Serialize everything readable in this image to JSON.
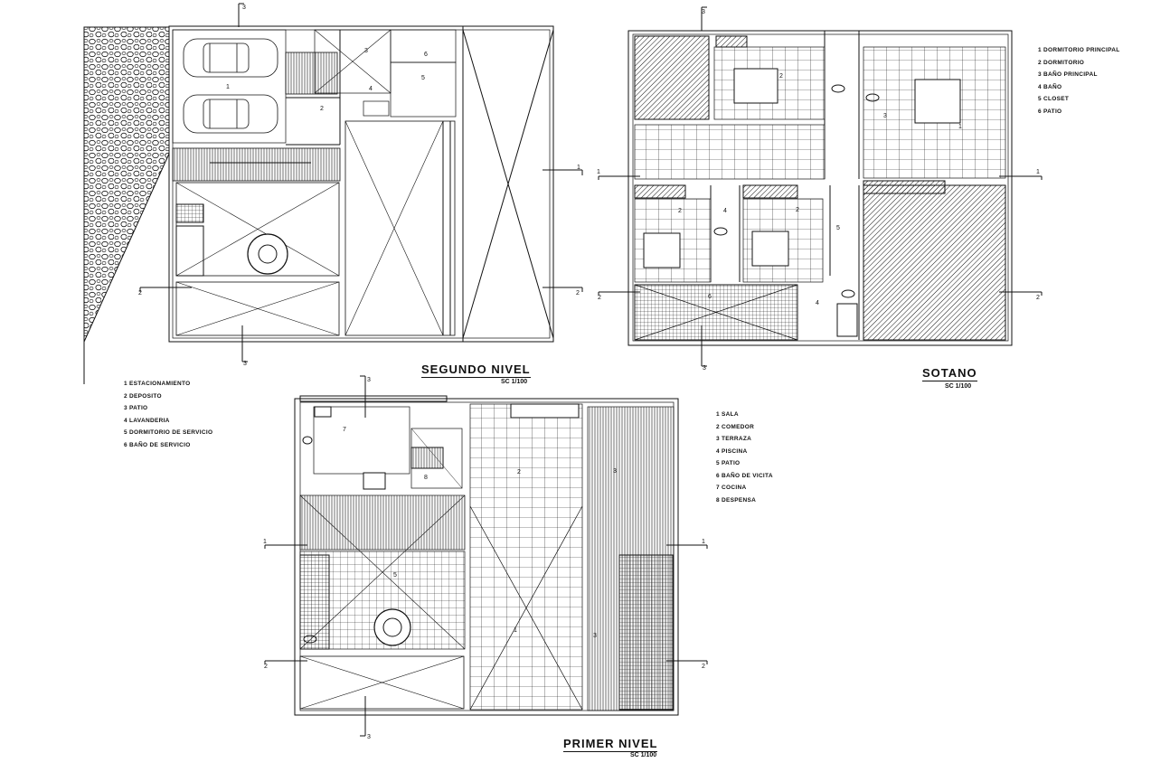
{
  "plans": {
    "segundo": {
      "title": "SEGUNDO NIVEL",
      "scale": "SC 1/100",
      "legend": [
        "1 ESTACIONAMIENTO",
        "2 DEPOSITO",
        "3 PATIO",
        "4 LAVANDERIA",
        "5 DORMITORIO DE SERVICIO",
        "6 BAÑO DE SERVICIO"
      ],
      "room_labels": [
        "1",
        "2",
        "3",
        "4",
        "5",
        "6"
      ]
    },
    "sotano": {
      "title": "SOTANO",
      "scale": "SC 1/100",
      "legend": [
        "1 DORMITORIO PRINCIPAL",
        "2 DORMITORIO",
        "3 BAÑO PRINCIPAL",
        "4 BAÑO",
        "5 CLOSET",
        "6 PATIO"
      ],
      "room_labels": [
        "1",
        "2",
        "2",
        "2",
        "3",
        "4",
        "4",
        "5",
        "6"
      ]
    },
    "primer": {
      "title": "PRIMER NIVEL",
      "scale": "SC 1/100",
      "legend": [
        "1 SALA",
        "2 COMEDOR",
        "3 TERRAZA",
        "4 PISCINA",
        "5 PATIO",
        "6 BAÑO DE VICITA",
        "7 COCINA",
        "8 DESPENSA"
      ],
      "room_labels": [
        "1",
        "2",
        "3",
        "3",
        "5",
        "7",
        "8"
      ]
    }
  },
  "section_marks": {
    "one": "1",
    "two": "2",
    "three": "3"
  },
  "colors": {
    "line": "#111111",
    "paper": "#ffffff"
  }
}
